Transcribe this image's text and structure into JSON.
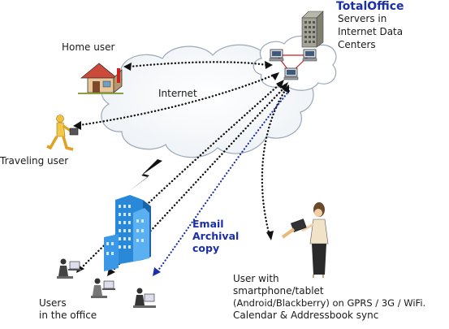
{
  "brand": "TotalOffice",
  "servers_lines": [
    "Servers in",
    "Internet Data",
    "Centers"
  ],
  "internet_label": "Internet",
  "home_user_label": "Home user",
  "traveling_user_label": "Traveling user",
  "office_lines": [
    "Users",
    "in the office"
  ],
  "email_lines": [
    "Email",
    "Archival",
    "copy"
  ],
  "mobile_lines": [
    "User with",
    "smartphone/tablet",
    "(Android/Blackberry) on GPRS / 3G / WiFi.",
    "Calendar & Addressbook sync"
  ],
  "colors": {
    "brand": "#1a2fa8",
    "email_link": "#1a2fa8",
    "server_link": "#cc2222",
    "cloud_fill": "#ffffff",
    "cloud_stroke": "#9aa8b8"
  }
}
